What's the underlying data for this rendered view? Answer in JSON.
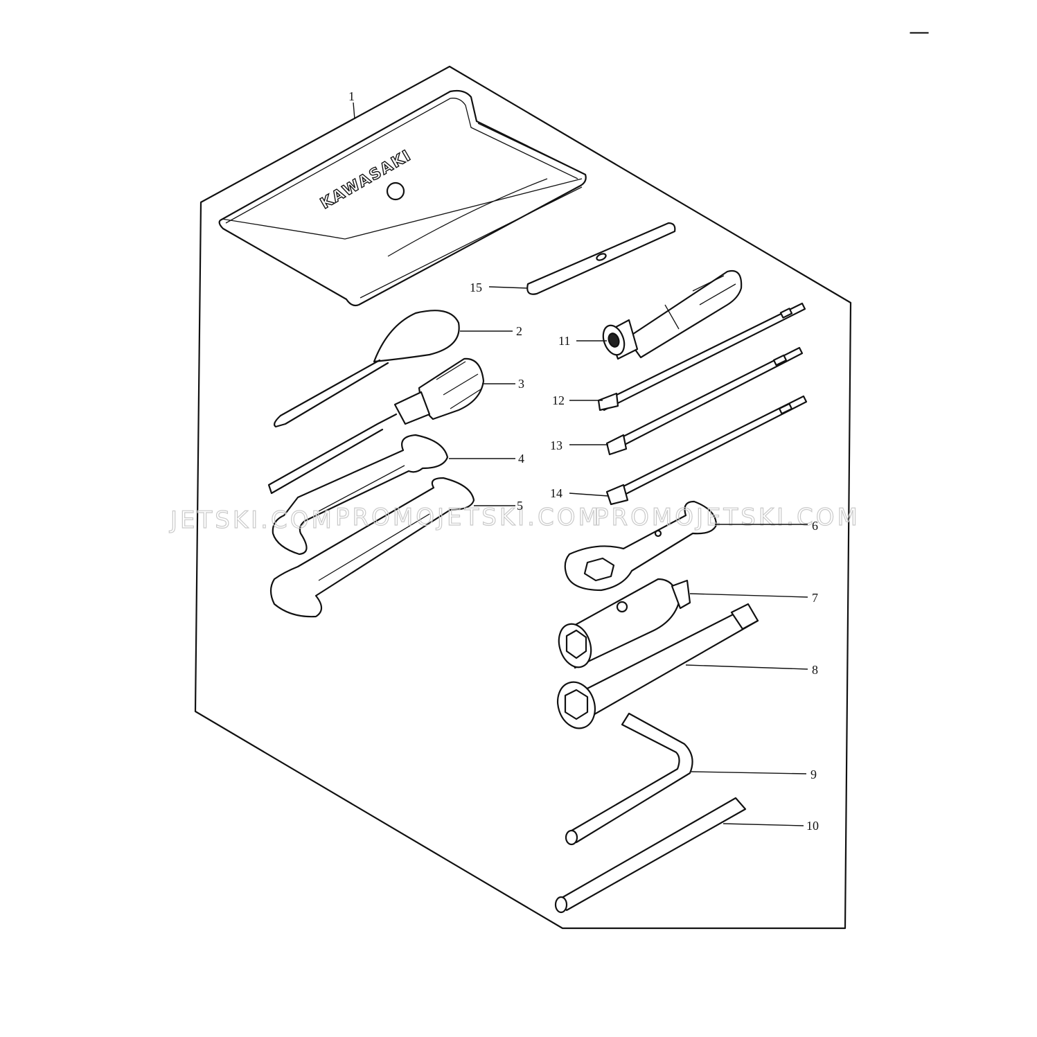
{
  "diagram": {
    "pouch_brand": "KAWASAKI",
    "watermarks": [
      "JETSKI.COM",
      "PROMOJETSKI.COM",
      "PROMOJETSKI.COM"
    ],
    "corner_mark": "—",
    "callouts": [
      {
        "id": "1",
        "label": "1"
      },
      {
        "id": "2",
        "label": "2"
      },
      {
        "id": "3",
        "label": "3"
      },
      {
        "id": "4",
        "label": "4"
      },
      {
        "id": "5",
        "label": "5"
      },
      {
        "id": "6",
        "label": "6"
      },
      {
        "id": "7",
        "label": "7"
      },
      {
        "id": "8",
        "label": "8"
      },
      {
        "id": "9",
        "label": "9"
      },
      {
        "id": "10",
        "label": "10"
      },
      {
        "id": "11",
        "label": "11"
      },
      {
        "id": "12",
        "label": "12"
      },
      {
        "id": "13",
        "label": "13"
      },
      {
        "id": "14",
        "label": "14"
      },
      {
        "id": "15",
        "label": "15"
      }
    ]
  }
}
